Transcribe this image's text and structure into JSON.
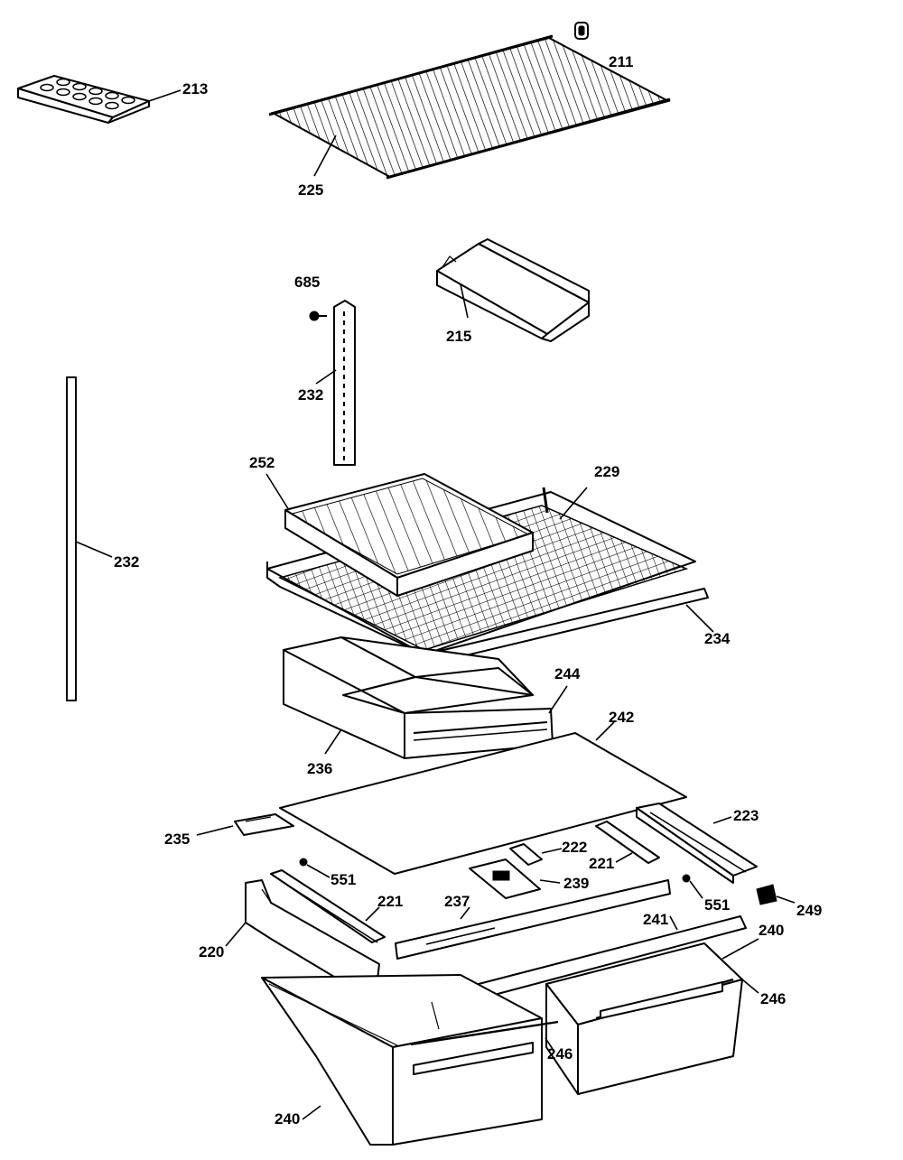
{
  "diagram": {
    "labels": {
      "l211": "211",
      "l213": "213",
      "l225": "225",
      "l685": "685",
      "l215": "215",
      "l232a": "232",
      "l232b": "232",
      "l252": "252",
      "l229": "229",
      "l234": "234",
      "l244": "244",
      "l236": "236",
      "l242": "242",
      "l223": "223",
      "l235": "235",
      "l222": "222",
      "l551a": "551",
      "l221a": "221",
      "l221b": "221",
      "l239": "239",
      "l249": "249",
      "l237": "237",
      "l551b": "551",
      "l220": "220",
      "l241": "241",
      "l240a": "240",
      "l246a": "246",
      "l246b": "246",
      "l240b": "240"
    }
  }
}
